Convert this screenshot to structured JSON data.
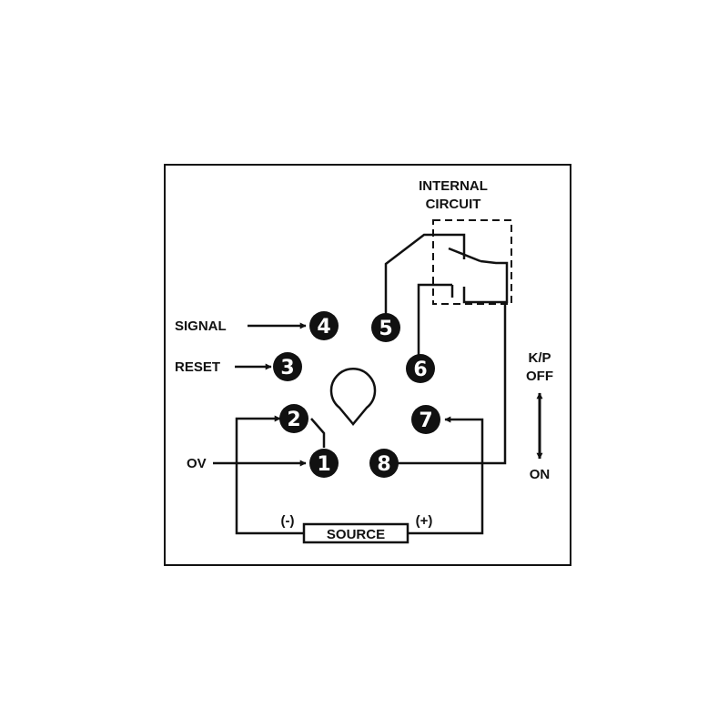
{
  "colors": {
    "ink": "#111111",
    "paper": "#ffffff"
  },
  "labels": {
    "internal_line1": "INTERNAL",
    "internal_line2": "CIRCUIT",
    "signal": "SIGNAL",
    "reset": "RESET",
    "ov": "OV",
    "kp": "K/P",
    "off": "OFF",
    "on": "ON",
    "source": "SOURCE",
    "minus": "(-)",
    "plus": "(+)"
  },
  "pins": [
    {
      "id": "1",
      "label": "1"
    },
    {
      "id": "2",
      "label": "2"
    },
    {
      "id": "3",
      "label": "3"
    },
    {
      "id": "4",
      "label": "4"
    },
    {
      "id": "5",
      "label": "5"
    },
    {
      "id": "6",
      "label": "6"
    },
    {
      "id": "7",
      "label": "7"
    },
    {
      "id": "8",
      "label": "8"
    }
  ]
}
